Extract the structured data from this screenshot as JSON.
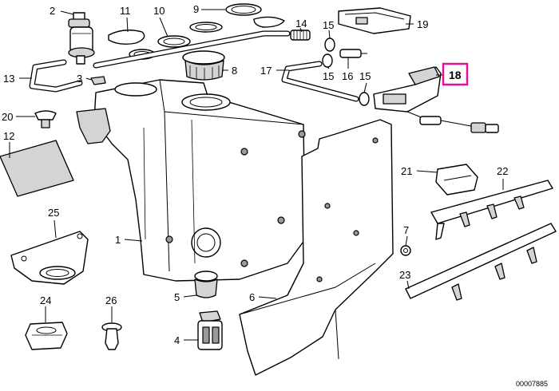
{
  "callouts": [
    {
      "id": "c2",
      "label": "2"
    },
    {
      "id": "c11",
      "label": "11"
    },
    {
      "id": "c10",
      "label": "10"
    },
    {
      "id": "c9",
      "label": "9"
    },
    {
      "id": "c14",
      "label": "14"
    },
    {
      "id": "c15a",
      "label": "15"
    },
    {
      "id": "c19",
      "label": "19"
    },
    {
      "id": "c13",
      "label": "13"
    },
    {
      "id": "c3",
      "label": "3"
    },
    {
      "id": "c8",
      "label": "8"
    },
    {
      "id": "c17",
      "label": "17"
    },
    {
      "id": "c15b",
      "label": "15"
    },
    {
      "id": "c16",
      "label": "16"
    },
    {
      "id": "c15c",
      "label": "15"
    },
    {
      "id": "c18",
      "label": "18"
    },
    {
      "id": "c20",
      "label": "20"
    },
    {
      "id": "c12",
      "label": "12"
    },
    {
      "id": "c21",
      "label": "21"
    },
    {
      "id": "c22",
      "label": "22"
    },
    {
      "id": "c25",
      "label": "25"
    },
    {
      "id": "c1",
      "label": "1"
    },
    {
      "id": "c7",
      "label": "7"
    },
    {
      "id": "c23",
      "label": "23"
    },
    {
      "id": "c5",
      "label": "5"
    },
    {
      "id": "c6",
      "label": "6"
    },
    {
      "id": "c24",
      "label": "24"
    },
    {
      "id": "c26",
      "label": "26"
    },
    {
      "id": "c4",
      "label": "4"
    }
  ],
  "highlight_label": "18",
  "highlight_color": "#e0139c",
  "reference_number": "00007885"
}
